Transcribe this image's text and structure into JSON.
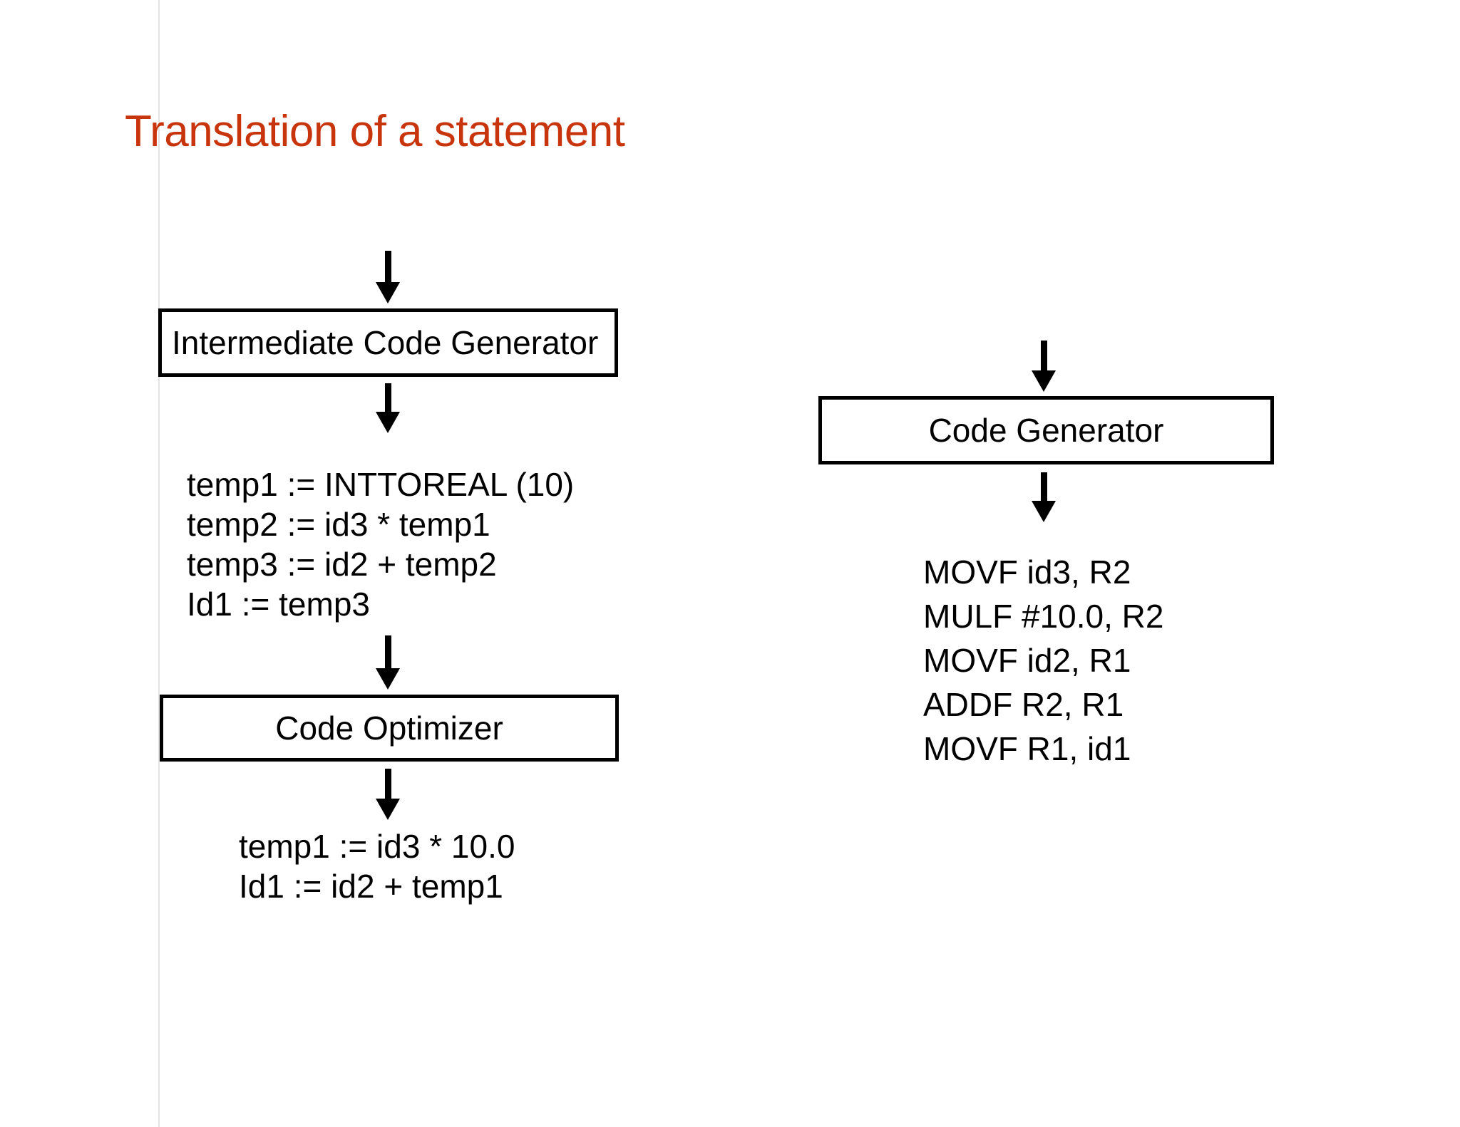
{
  "slide": {
    "title": "Translation of a statement",
    "title_color": "#c8340c",
    "background_color": "#ffffff"
  },
  "pipeline": {
    "left_column": {
      "intermediate_code_generator": {
        "label": "Intermediate Code Generator"
      },
      "intermediate_code": {
        "lines": [
          "temp1 := INTTOREAL (10)",
          "temp2 := id3 * temp1",
          "temp3 := id2 + temp2",
          "Id1 := temp3"
        ]
      },
      "code_optimizer": {
        "label": "Code Optimizer"
      },
      "optimized_code": {
        "lines": [
          "temp1 := id3 * 10.0",
          "Id1 := id2 + temp1"
        ]
      }
    },
    "right_column": {
      "code_generator": {
        "label": "Code Generator"
      },
      "target_code": {
        "lines": [
          "MOVF id3, R2",
          "MULF #10.0, R2",
          "MOVF id2, R1",
          "ADDF R2, R1",
          "MOVF R1, id1"
        ]
      }
    }
  }
}
